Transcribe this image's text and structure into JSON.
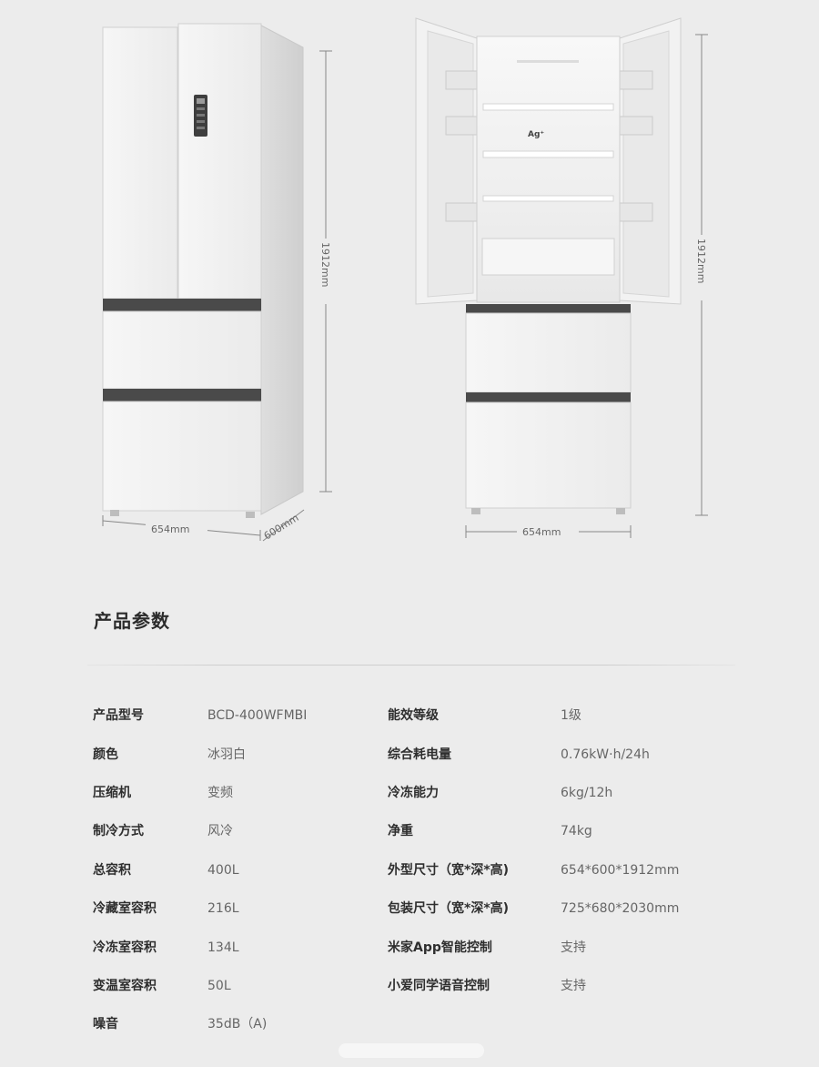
{
  "dimensions": {
    "left_width": "654mm",
    "left_depth": "600mm",
    "left_height": "1912mm",
    "right_width": "654mm",
    "right_height": "1912mm"
  },
  "interior_label": "Ag⁺",
  "section_title": "产品参数",
  "specs_left": [
    {
      "label": "产品型号",
      "value": "BCD-400WFMBI"
    },
    {
      "label": "颜色",
      "value": "冰羽白"
    },
    {
      "label": "压缩机",
      "value": "变频"
    },
    {
      "label": "制冷方式",
      "value": "风冷"
    },
    {
      "label": "总容积",
      "value": "400L"
    },
    {
      "label": "冷藏室容积",
      "value": "216L"
    },
    {
      "label": "冷冻室容积",
      "value": "134L"
    },
    {
      "label": "变温室容积",
      "value": "50L"
    },
    {
      "label": "噪音",
      "value": "35dB（A)"
    }
  ],
  "specs_right": [
    {
      "label": "能效等级",
      "value": "1级"
    },
    {
      "label": "综合耗电量",
      "value": "0.76kW·h/24h"
    },
    {
      "label": "冷冻能力",
      "value": "6kg/12h"
    },
    {
      "label": "净重",
      "value": "74kg"
    },
    {
      "label": "外型尺寸（宽*深*高)",
      "value": "654*600*1912mm"
    },
    {
      "label": "包装尺寸（宽*深*高)",
      "value": "725*680*2030mm"
    },
    {
      "label": "米家App智能控制",
      "value": "支持"
    },
    {
      "label": "小爱同学语音控制",
      "value": "支持"
    }
  ],
  "colors": {
    "background": "#ececec",
    "fridge_body": "#f4f4f4",
    "handle_strip": "#4a4a4a"
  }
}
